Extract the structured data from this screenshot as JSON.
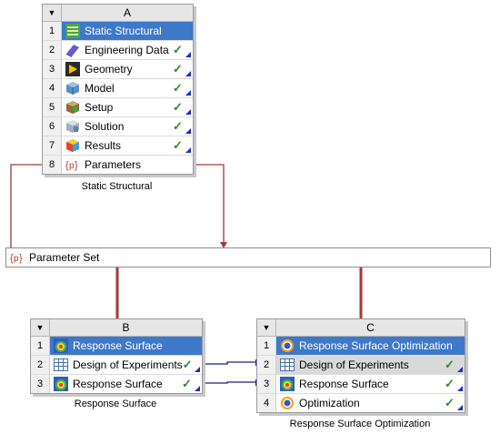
{
  "systemA": {
    "letter": "A",
    "caption": "Static Structural",
    "rows": [
      {
        "num": "1",
        "label": "Static Structural",
        "icon": "static-structural-icon"
      },
      {
        "num": "2",
        "label": "Engineering Data",
        "icon": "engineering-data-icon",
        "check": "✓"
      },
      {
        "num": "3",
        "label": "Geometry",
        "icon": "geometry-icon",
        "check": "✓"
      },
      {
        "num": "4",
        "label": "Model",
        "icon": "model-icon",
        "check": "✓"
      },
      {
        "num": "5",
        "label": "Setup",
        "icon": "setup-icon",
        "check": "✓"
      },
      {
        "num": "6",
        "label": "Solution",
        "icon": "solution-icon",
        "check": "✓"
      },
      {
        "num": "7",
        "label": "Results",
        "icon": "results-icon",
        "check": "✓"
      },
      {
        "num": "8",
        "label": "Parameters",
        "icon": "parameters-icon"
      }
    ]
  },
  "parameterSet": {
    "label": "Parameter Set",
    "icon": "parameter-set-icon"
  },
  "systemB": {
    "letter": "B",
    "caption": "Response Surface",
    "rows": [
      {
        "num": "1",
        "label": "Response Surface",
        "icon": "response-surface-icon"
      },
      {
        "num": "2",
        "label": "Design of Experiments",
        "icon": "design-of-experiments-icon",
        "check": "✓"
      },
      {
        "num": "3",
        "label": "Response Surface",
        "icon": "response-surface-icon",
        "check": "✓"
      }
    ]
  },
  "systemC": {
    "letter": "C",
    "caption": "Response Surface Optimization",
    "rows": [
      {
        "num": "1",
        "label": "Response Surface Optimization",
        "icon": "optimization-icon"
      },
      {
        "num": "2",
        "label": "Design of Experiments",
        "icon": "design-of-experiments-icon",
        "check": "✓"
      },
      {
        "num": "3",
        "label": "Response Surface",
        "icon": "response-surface-icon",
        "check": "✓"
      },
      {
        "num": "4",
        "label": "Optimization",
        "icon": "optimization-icon",
        "check": "✓"
      }
    ]
  },
  "colors": {
    "highlight": "#3d78c9",
    "link_red": "#a03a3a",
    "link_blue": "#1a237e",
    "check_green": "#2f8a2f"
  }
}
